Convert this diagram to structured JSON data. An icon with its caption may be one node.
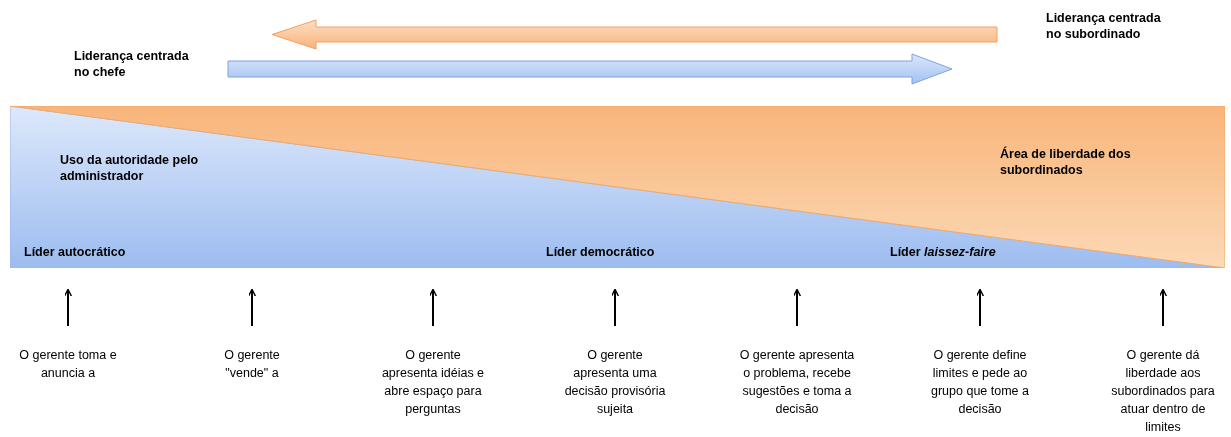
{
  "diagram": {
    "nodes": [
      {
        "text": [
          "Uso da autoridade pelo administrador",
          "Líder autocrático",
          "Líder democrático",
          "Líder *laissez-faire*"
        ]
      },
      {
        "text": [
          "Área de liberdade dos subordinados"
        ]
      },
      {
        "text": [
          "O gerente toma e anuncia a"
        ]
      },
      {
        "text": [
          "O gerente \"vende\" a"
        ]
      },
      {
        "text": [
          "O gerente apresenta idéias e abre espaço para perguntas"
        ]
      },
      {
        "text": [
          "O gerente apresenta uma decisão provisória sujeita"
        ]
      },
      {
        "text": [
          "O gerente apresenta o problema, recebe sugestões e toma a decisão"
        ]
      },
      {
        "text": [
          "O gerente define limites e pede ao grupo que tome a decisão"
        ]
      },
      {
        "text": [
          "O gerente dá liberdade aos subordinados para atuar dentro de limites"
        ]
      }
    ],
    "edges": [
      {
        "from": 2,
        "to": 0,
        "arrow": "to"
      },
      {
        "from": 3,
        "to": 0,
        "arrow": "to"
      },
      {
        "from": 4,
        "to": 0,
        "arrow": "to"
      },
      {
        "from": 5,
        "to": 0,
        "arrow": "to"
      },
      {
        "from": 6,
        "to": 0,
        "arrow": "to"
      },
      {
        "from": 7,
        "to": 0,
        "arrow": "to"
      },
      {
        "from": 8,
        "to": 0,
        "arrow": "to"
      }
    ],
    "labels": [
      "Liderança centrada no subordinado",
      "Liderança centrada no chefe"
    ]
  }
}
